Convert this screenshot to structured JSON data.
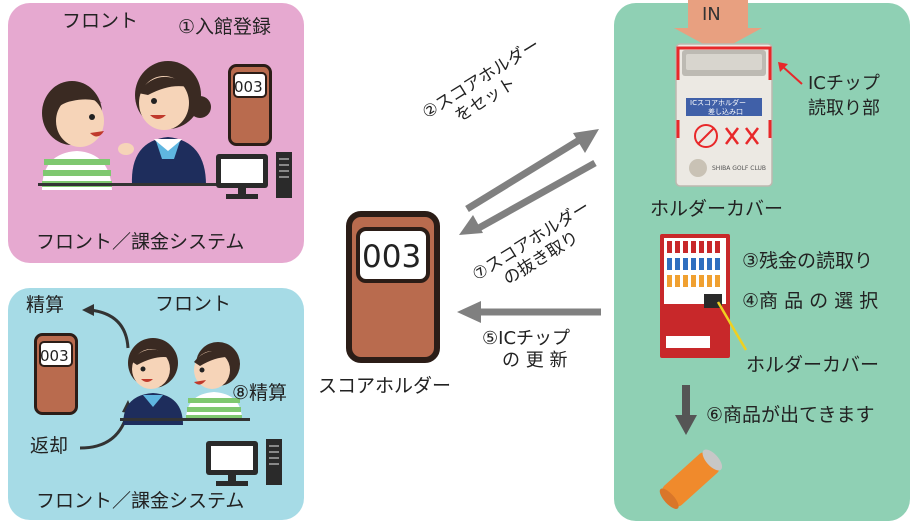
{
  "colors": {
    "front_panel": "#e6a9d0",
    "settle_panel": "#a6dbe6",
    "vending_panel": "#8fd0b4",
    "holder_body": "#b96b4e",
    "holder_dark": "#2b1d17",
    "arrow_gray": "#808080",
    "in_arrow": "#e8a080",
    "marker_red": "#e8282a",
    "vending_red": "#c8282a",
    "shirt_green": "#7fc870",
    "uniform_navy": "#1e2d5c",
    "yellow": "#f0d020",
    "can_orange": "#f08a2c"
  },
  "icons": [
    "person-icon",
    "staff-icon",
    "computer-icon",
    "score-holder-icon",
    "holder-cover-icon",
    "vending-machine-icon",
    "can-icon",
    "arrow-icon"
  ],
  "front_panel": {
    "title": "フロント",
    "step": "①入館登録",
    "holder_number": "003",
    "caption": "フロント／課金システム"
  },
  "settle_panel": {
    "label_settle": "精算",
    "title": "フロント",
    "holder_number": "003",
    "step": "⑧精算",
    "label_return": "返却",
    "caption": "フロント／課金システム"
  },
  "center": {
    "holder_number": "003",
    "holder_caption": "スコアホルダー",
    "step2_line1": "②スコアホルダー",
    "step2_line2": "をセット",
    "step7_line1": "⑦スコアホルダー",
    "step7_line2": "の抜き取り",
    "step5_line1": "⑤ICチップ",
    "step5_line2": "の 更 新"
  },
  "vending_panel": {
    "in_label": "IN",
    "cover_label_line1": "ICスコアホルダー",
    "cover_label_line2": "差し込み口",
    "cover_logo": "SHIBA GOLF CLUB",
    "chip_label_line1": "ICチップ",
    "chip_label_line2": "読取り部",
    "cover_caption": "ホルダーカバー",
    "step3": "③残金の読取り",
    "step4": "④商 品 の 選 択",
    "cover_caption2": "ホルダーカバー",
    "step6": "⑥商品が出てきます"
  }
}
